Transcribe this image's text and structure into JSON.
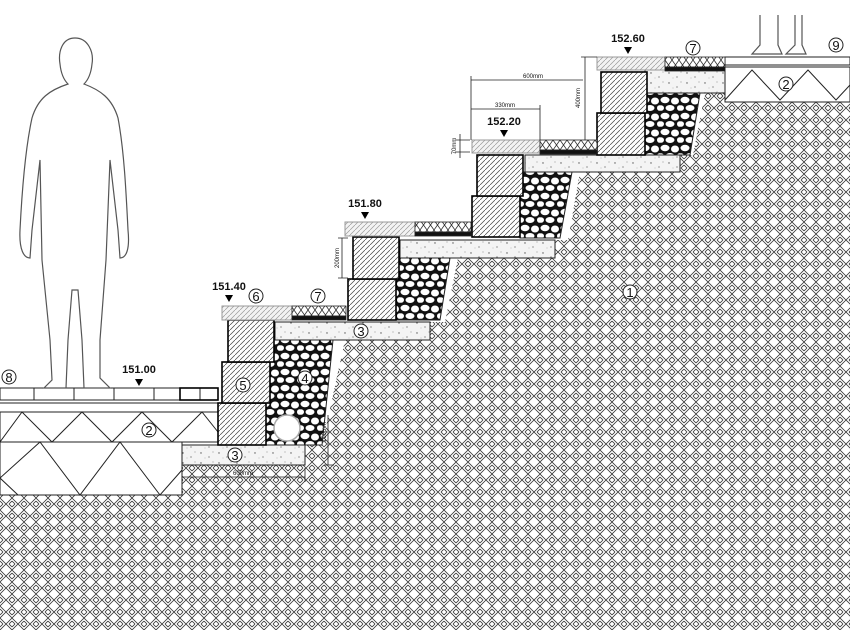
{
  "elevations": [
    "151.00",
    "151.40",
    "151.80",
    "152.20",
    "152.60"
  ],
  "callouts": {
    "soil": "1",
    "subbase_left": "2",
    "subbase_right": "2",
    "footing_low": "3",
    "footing_mid": "3",
    "drain_gravel": "4",
    "wall_block": "5",
    "coping": "6",
    "paver_low": "7",
    "paver_top": "7",
    "left_paving": "8",
    "right_paving": "9"
  },
  "dimensions": {
    "tread_depth": "600mm",
    "coping_depth": "330mm",
    "top_rise": "400mm",
    "coping_thickness": "70mm",
    "block_height": "200mm",
    "footing_depth": "100mm",
    "footing_width": "600mm"
  }
}
